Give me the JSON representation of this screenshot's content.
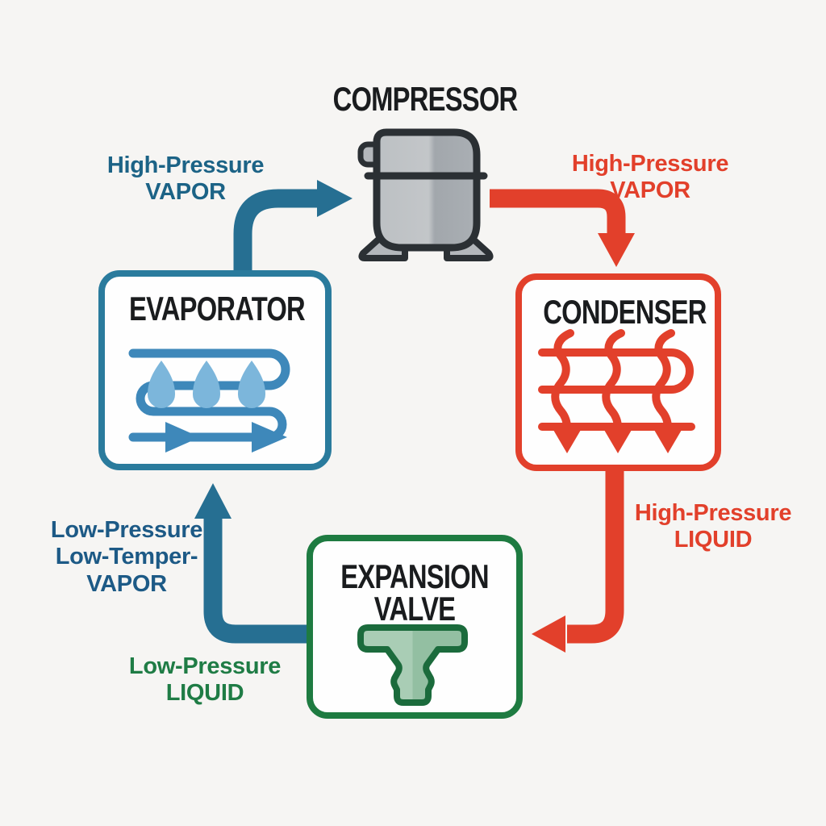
{
  "components": {
    "compressor": {
      "label": "COMPRESSOR"
    },
    "evaporator": {
      "label": "EVAPORATOR"
    },
    "condenser": {
      "label": "CONDENSER"
    },
    "expansion_valve": {
      "label_lines": [
        "EXPANSION",
        "VALVE"
      ]
    }
  },
  "flow_labels": {
    "hp_vapor_in": {
      "lines": [
        "High-Pressure",
        "VAPOR"
      ],
      "color": "#1c6386"
    },
    "hp_vapor_out": {
      "lines": [
        "High-Pressure",
        "VAPOR"
      ],
      "color": "#e2402b"
    },
    "hp_liquid": {
      "lines": [
        "High-Pressure",
        "LIQUID"
      ],
      "color": "#e2402b"
    },
    "lp_lt_vapor": {
      "lines": [
        "Low-Pressure",
        "Low-Temper-",
        "VAPOR"
      ],
      "color": "#1d5a86"
    },
    "lp_liquid": {
      "lines": [
        "Low-Pressure",
        "LIQUID"
      ],
      "color": "#1f7c45"
    }
  },
  "icons": {
    "compressor": "compressor-unit-icon",
    "evaporator": "evaporator-coil-with-droplets-icon",
    "condenser": "condenser-coil-with-airflow-icon",
    "expansion_valve": "expansion-valve-funnel-icon",
    "flow_arrows": [
      "arrow-right-icon",
      "arrow-down-icon",
      "arrow-left-icon",
      "arrow-up-icon"
    ]
  },
  "colors": {
    "background": "#f6f5f3",
    "box_fill": "#fefefe",
    "teal_pipe": "#266f92",
    "teal_border": "#2a7b9d",
    "red": "#e2402b",
    "green_border": "#1e7b41",
    "coil_blue": "#3e88ba",
    "droplet_blue": "#7cb6db",
    "valve_green_light": "#a9cdb5",
    "valve_green_dark": "#93bfa2",
    "compressor_gray": "#b3b7bb",
    "outline_dark": "#2b3034",
    "title_black": "#1a1c1e"
  }
}
